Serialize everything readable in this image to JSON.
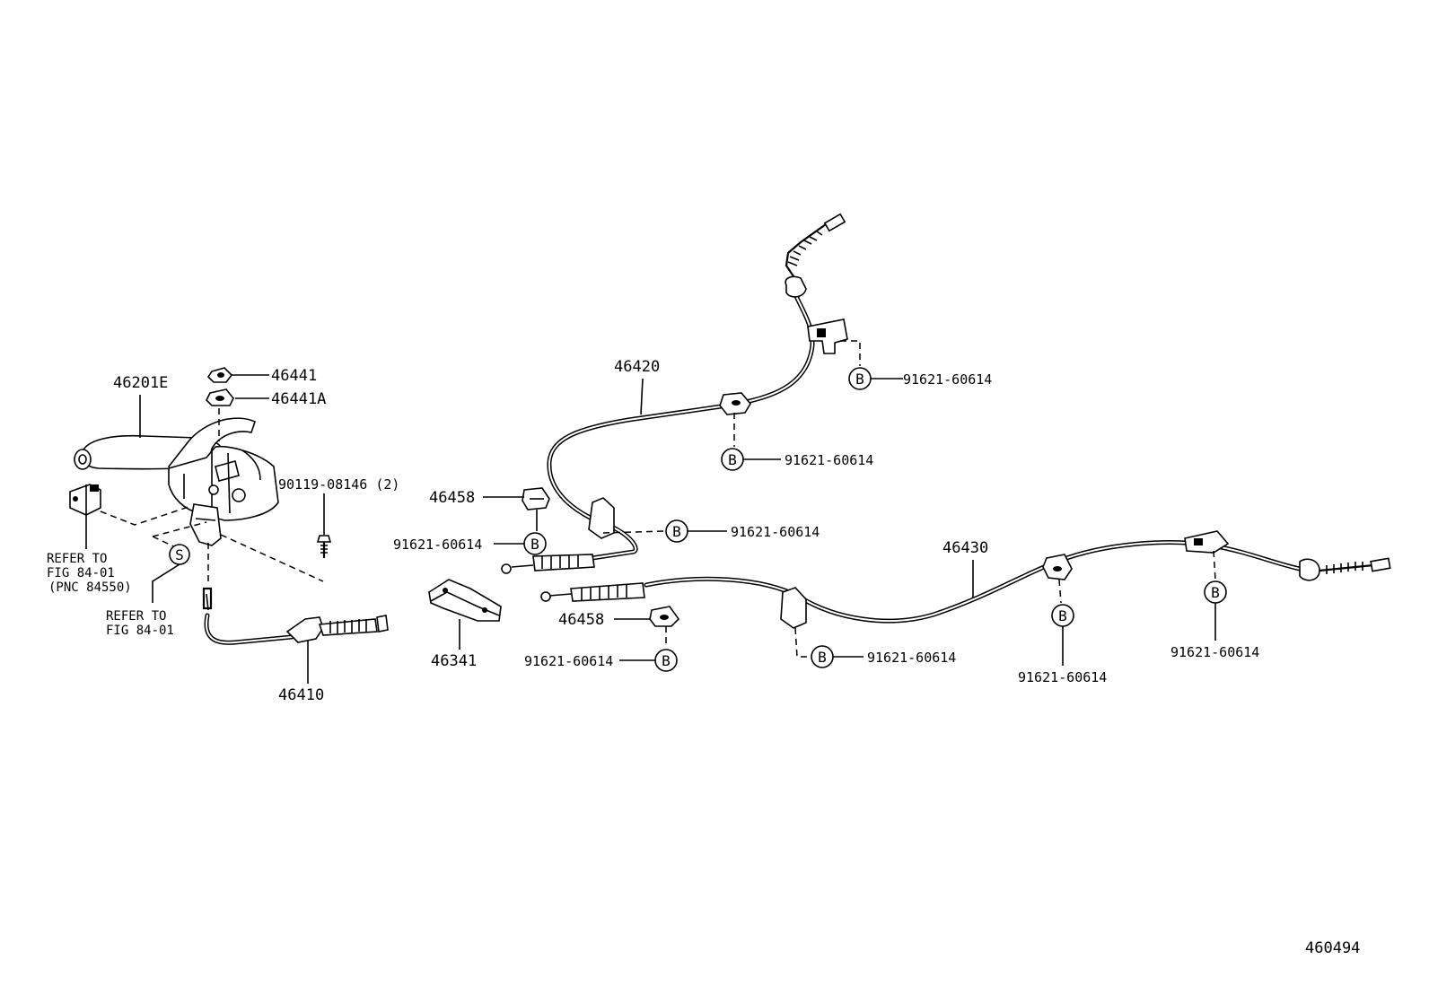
{
  "diagram": {
    "parts": {
      "lever": "46201E",
      "nut_1": "46441",
      "nut_2": "46441A",
      "bolt": "90119-08146 (2)",
      "front_cable": "46410",
      "rh_cable": "46420",
      "lh_cable": "46430",
      "clamp_1": "46458",
      "clamp_2": "46458",
      "bracket": "46341"
    },
    "bolt_refs": [
      "91621-60614",
      "91621-60614",
      "91621-60614",
      "91621-60614",
      "91621-60614",
      "91621-60614",
      "91621-60614",
      "91621-60614"
    ],
    "notes": {
      "refer_1_line1": "REFER TO",
      "refer_1_line2": "FIG 84-01",
      "refer_1_line3": "(PNC 84550)",
      "refer_2_line1": "REFER TO",
      "refer_2_line2": "FIG 84-01"
    },
    "symbols": {
      "b": "B",
      "s": "S"
    },
    "figure_number": "460494"
  }
}
